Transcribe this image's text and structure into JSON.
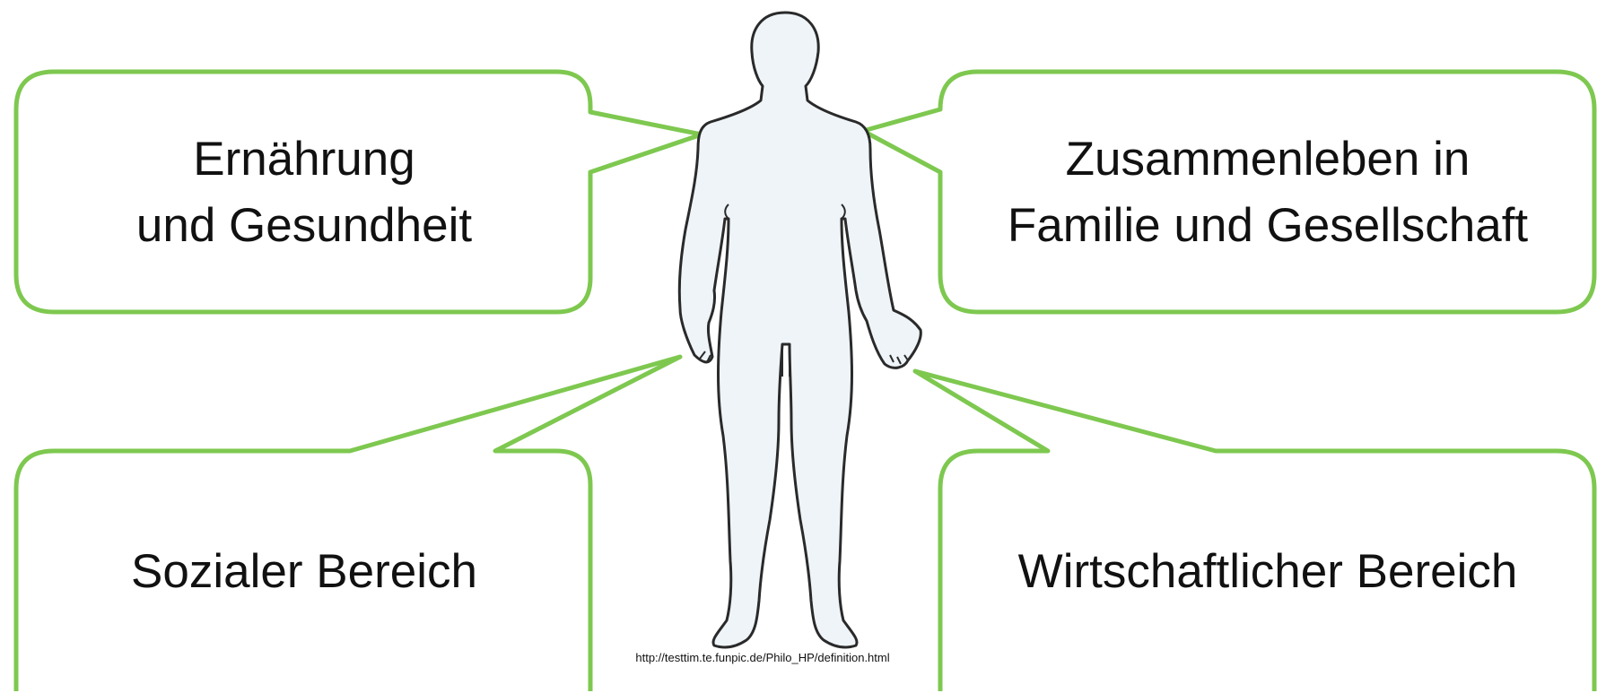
{
  "bubbles": {
    "top_left": {
      "line1": "Ernährung",
      "line2": "und Gesundheit"
    },
    "top_right": {
      "line1": "Zusammenleben in",
      "line2": "Familie und Gesellschaft"
    },
    "bottom_left": {
      "line1": "Sozialer Bereich"
    },
    "bottom_right": {
      "line1": "Wirtschaftlicher Bereich"
    }
  },
  "source_url": "http://testtim.te.funpic.de/Philo_HP/definition.html",
  "colors": {
    "bubble_border": "#7ec850",
    "figure_fill": "#eef4f8",
    "figure_outline": "#2a2a2a"
  }
}
